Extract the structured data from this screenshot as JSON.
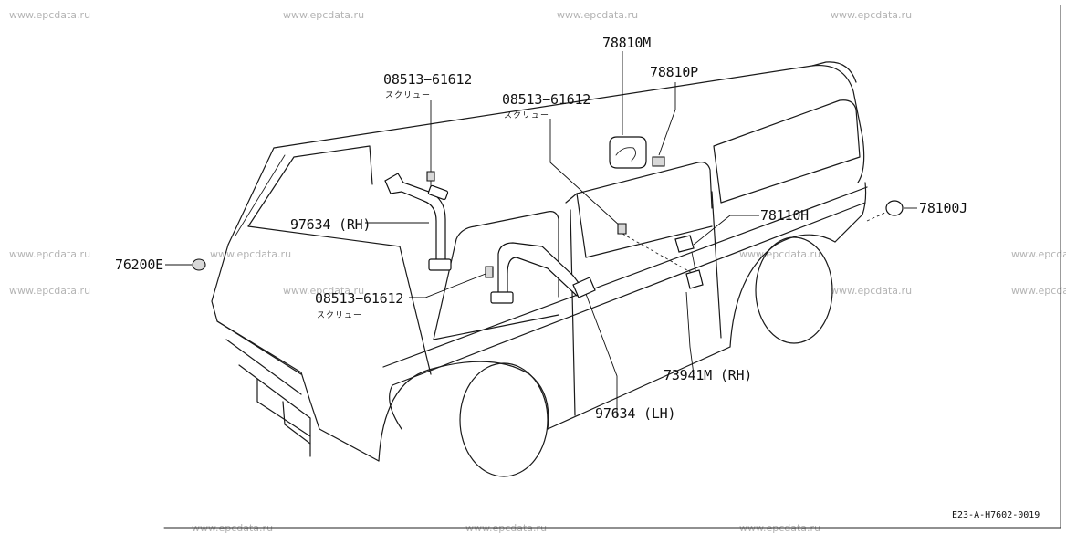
{
  "watermark": "www.epcdata.ru",
  "diagram_code": "E23-A-H7602-0019",
  "parts": {
    "p78810M": "78810M",
    "p78810P": "78810P",
    "screw_left_top": "08513−61612",
    "screw_left_top_note": "スクリュー",
    "screw_mid_top": "08513−61612",
    "screw_mid_top_note": "スクリュー",
    "screw_bottom": "08513−61612",
    "screw_bottom_note": "スクリュー",
    "p97634RH": "97634 (RH)",
    "p76200E": "76200E",
    "p78110H": "78110H",
    "p78100J": "78100J",
    "p73941M": "73941M (RH)",
    "p97634LH": "97634 (LH)"
  }
}
